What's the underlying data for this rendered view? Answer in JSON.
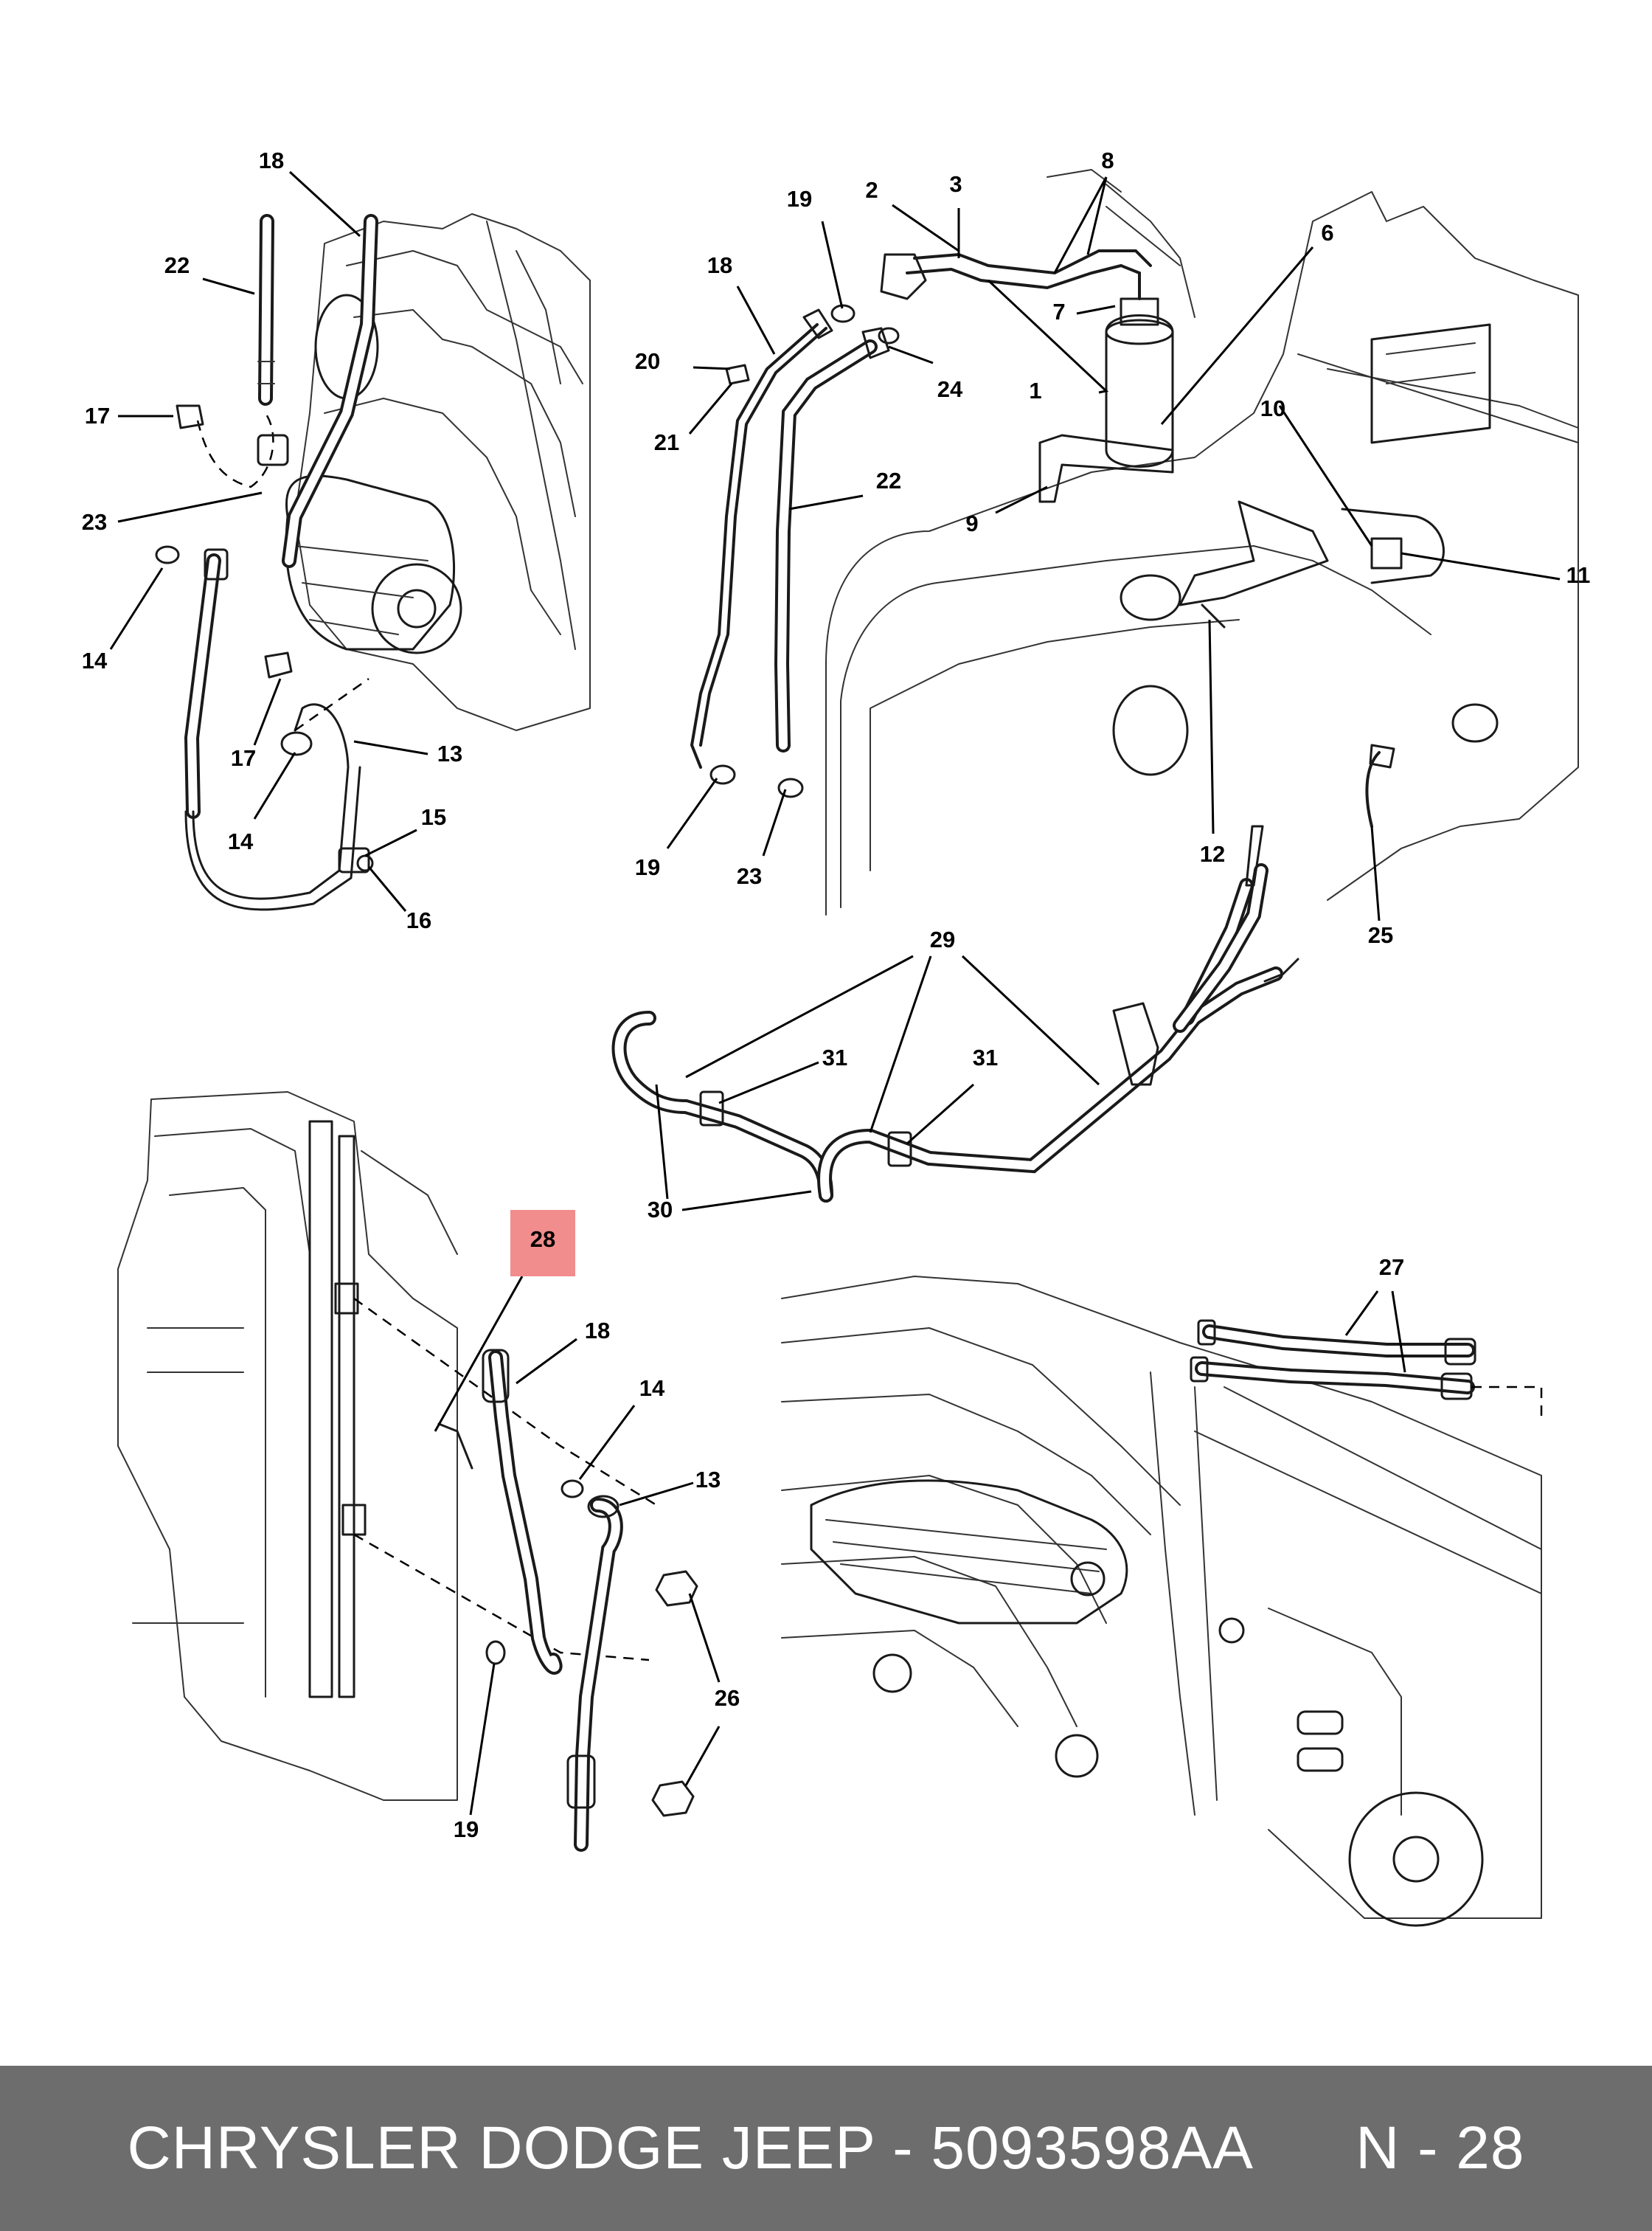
{
  "footer": {
    "title": "CHRYSLER DODGE JEEP - 5093598AA",
    "page": "N - 28"
  },
  "highlight": {
    "label": "28",
    "color": "#f18d8d"
  },
  "callouts": [
    {
      "label": "18"
    },
    {
      "label": "22"
    },
    {
      "label": "17"
    },
    {
      "label": "23"
    },
    {
      "label": "14"
    },
    {
      "label": "17"
    },
    {
      "label": "14"
    },
    {
      "label": "13"
    },
    {
      "label": "15"
    },
    {
      "label": "16"
    },
    {
      "label": "19"
    },
    {
      "label": "2"
    },
    {
      "label": "3"
    },
    {
      "label": "8"
    },
    {
      "label": "18"
    },
    {
      "label": "20"
    },
    {
      "label": "21"
    },
    {
      "label": "7"
    },
    {
      "label": "1"
    },
    {
      "label": "24"
    },
    {
      "label": "6"
    },
    {
      "label": "22"
    },
    {
      "label": "9"
    },
    {
      "label": "10"
    },
    {
      "label": "11"
    },
    {
      "label": "12"
    },
    {
      "label": "19"
    },
    {
      "label": "23"
    },
    {
      "label": "25"
    },
    {
      "label": "29"
    },
    {
      "label": "31"
    },
    {
      "label": "31"
    },
    {
      "label": "30"
    },
    {
      "label": "18"
    },
    {
      "label": "14"
    },
    {
      "label": "13"
    },
    {
      "label": "26"
    },
    {
      "label": "19"
    },
    {
      "label": "27"
    }
  ]
}
